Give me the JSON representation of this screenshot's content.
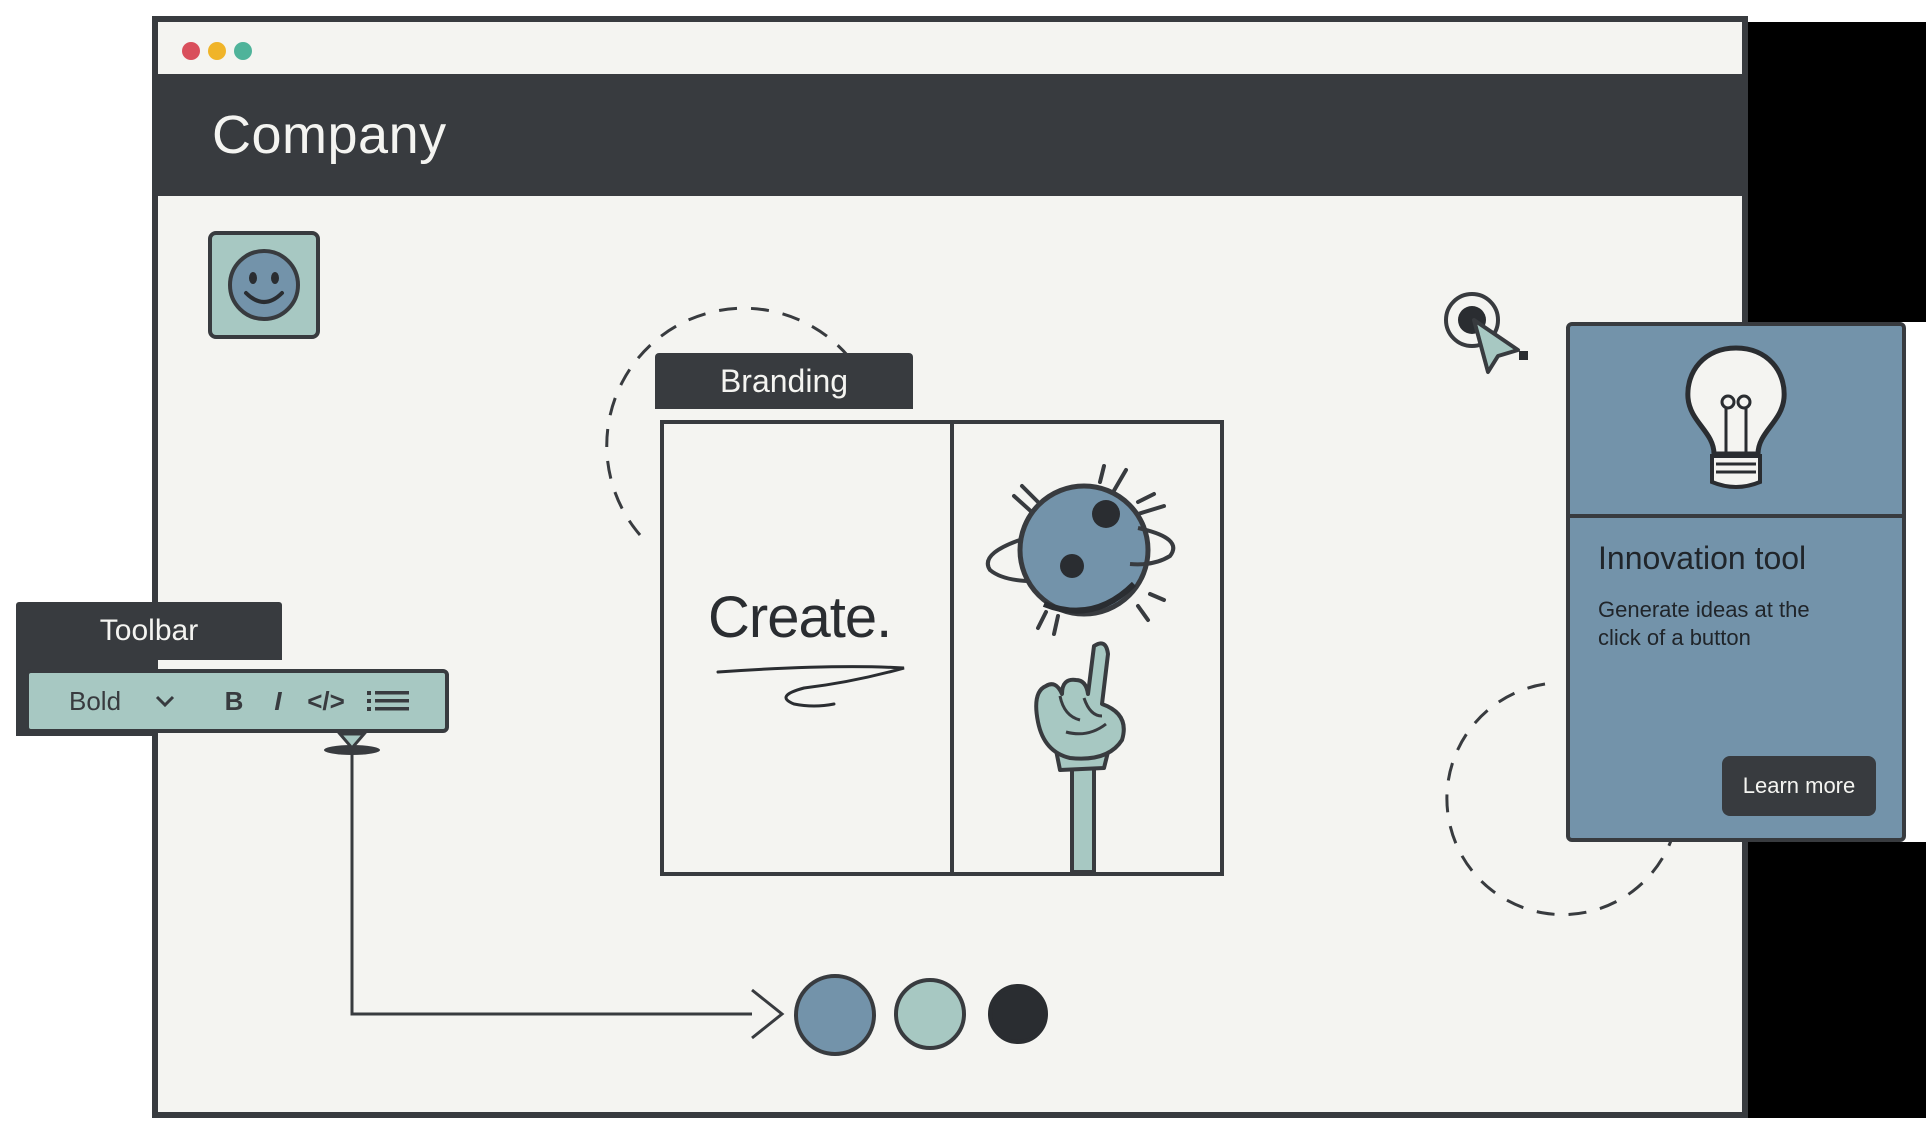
{
  "window": {
    "title": "Company",
    "traffic_lights": [
      "#d94f5c",
      "#f0b429",
      "#4fb39a"
    ]
  },
  "colors": {
    "dark": "#383b3f",
    "canvas": "#f4f4f1",
    "mint": "#a7c8c2",
    "steel": "#7393aa"
  },
  "avatar": {
    "icon": "smiley-face-icon"
  },
  "branding": {
    "label": "Branding",
    "headline": "Create."
  },
  "toolbar": {
    "label": "Toolbar",
    "style_select": "Bold",
    "buttons": [
      {
        "name": "bold",
        "glyph": "B"
      },
      {
        "name": "italic",
        "glyph": "I"
      },
      {
        "name": "code",
        "glyph": "</>"
      },
      {
        "name": "list",
        "glyph": "list-icon"
      }
    ]
  },
  "card": {
    "icon": "lightbulb-icon",
    "title": "Innovation tool",
    "description": "Generate ideas at the click of a button",
    "button": "Learn more"
  },
  "palette": [
    "#7393aa",
    "#a7c8c2",
    "#383b3f"
  ]
}
